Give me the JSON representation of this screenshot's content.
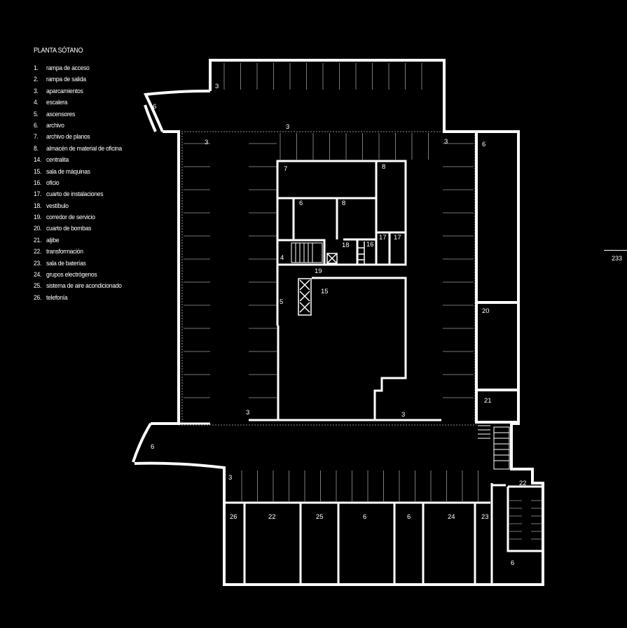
{
  "legend": {
    "title": "PLANTA SÓTANO",
    "items": [
      {
        "num": "1.",
        "label": "rampa de acceso"
      },
      {
        "num": "2.",
        "label": "rampa de salida"
      },
      {
        "num": "3.",
        "label": "aparcamientos"
      },
      {
        "num": "4.",
        "label": "escalera"
      },
      {
        "num": "5.",
        "label": "ascensores"
      },
      {
        "num": "6.",
        "label": "archivo"
      },
      {
        "num": "7.",
        "label": "archivo de planos"
      },
      {
        "num": "8.",
        "label": "almacén de material de oficina"
      },
      {
        "num": "14.",
        "label": "centralita"
      },
      {
        "num": "15.",
        "label": "sala de máquinas"
      },
      {
        "num": "16.",
        "label": "oficio"
      },
      {
        "num": "17.",
        "label": "cuarto de instalaciones"
      },
      {
        "num": "18.",
        "label": "vestíbulo"
      },
      {
        "num": "19.",
        "label": "corredor de servicio"
      },
      {
        "num": "20.",
        "label": "cuarto de bombas"
      },
      {
        "num": "21.",
        "label": "aljibe"
      },
      {
        "num": "22.",
        "label": "transformación"
      },
      {
        "num": "23.",
        "label": "sala de baterías"
      },
      {
        "num": "24.",
        "label": "grupos electrógenos"
      },
      {
        "num": "25.",
        "label": "sistema de aire acondicionado"
      },
      {
        "num": "26.",
        "label": "telefonía"
      }
    ]
  },
  "plan_labels": {
    "ramp_top_left": "6",
    "parking_top": "3",
    "parking_top_mid": "3",
    "parking_left": "3",
    "parking_right": "3",
    "archive_right": "6",
    "room_7": "7",
    "room_8_right": "8",
    "room_6_inner": "6",
    "room_8_inner": "8",
    "room_17a": "17",
    "room_17b": "17",
    "room_18": "18",
    "room_16": "16",
    "room_4": "4",
    "room_19": "19",
    "room_15": "15",
    "room_5": "5",
    "room_20": "20",
    "room_21": "21",
    "parking_bottom_left": "3",
    "parking_bottom_right": "3",
    "ramp_bottom_left": "6",
    "parking_lower": "3",
    "room_22_annex": "22",
    "room_26": "26",
    "room_22": "22",
    "room_25": "25",
    "room_6a": "6",
    "room_6b": "6",
    "room_24": "24",
    "room_23": "23",
    "room_6_annex": "6"
  },
  "page_number": "233"
}
